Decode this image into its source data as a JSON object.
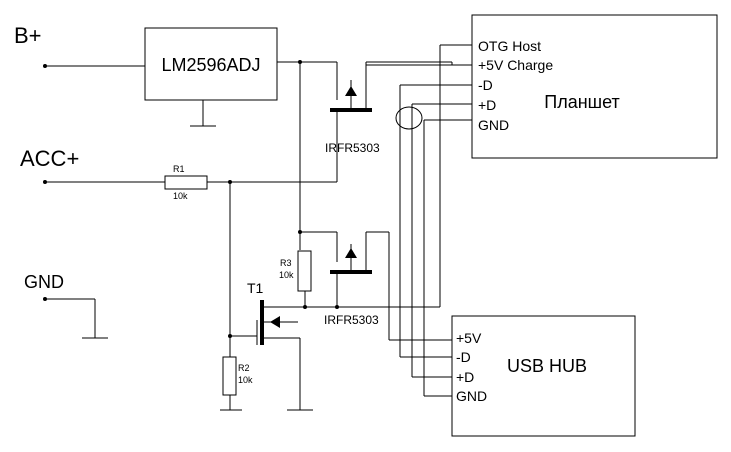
{
  "inputs": {
    "bplus": "B+",
    "acc": "ACC+",
    "gnd": "GND"
  },
  "regulator": {
    "label": "LM2596ADJ"
  },
  "tablet": {
    "title": "Планшет",
    "pins": [
      "OTG Host",
      "+5V Charge",
      "-D",
      "+D",
      "GND"
    ]
  },
  "hub": {
    "title": "USB HUB",
    "pins": [
      "+5V",
      "-D",
      "+D",
      "GND"
    ]
  },
  "mosfets": {
    "q_top": "IRFR5303",
    "q_bottom": "IRFR5303"
  },
  "transistor": {
    "label": "T1"
  },
  "resistors": {
    "r1": {
      "ref": "R1",
      "value": "10k"
    },
    "r2": {
      "ref": "R2",
      "value": "10k"
    },
    "r3": {
      "ref": "R3",
      "value": "10k"
    }
  }
}
